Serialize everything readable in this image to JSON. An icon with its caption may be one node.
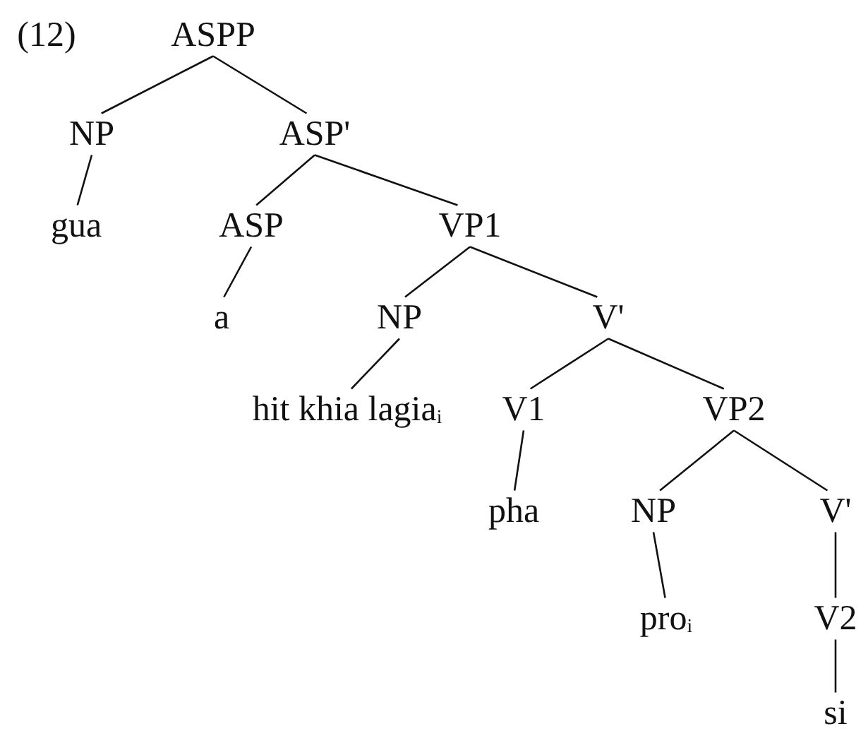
{
  "diagram": {
    "nodes": [
      {
        "text": [
          "ASPP"
        ]
      },
      {
        "text": [
          "NP"
        ]
      },
      {
        "text": [
          "ASP'"
        ]
      },
      {
        "text": [
          "gua"
        ]
      },
      {
        "text": [
          "ASP"
        ]
      },
      {
        "text": [
          "VP1"
        ]
      },
      {
        "text": [
          "a"
        ]
      },
      {
        "text": [
          "NP"
        ]
      },
      {
        "text": [
          "V'"
        ]
      },
      {
        "text": [
          "hit khia lagia$_{i}$"
        ]
      },
      {
        "text": [
          "V1"
        ]
      },
      {
        "text": [
          "VP2"
        ]
      },
      {
        "text": [
          "pha"
        ]
      },
      {
        "text": [
          "NP"
        ]
      },
      {
        "text": [
          "V'"
        ]
      },
      {
        "text": [
          "pro$_{i}$"
        ]
      },
      {
        "text": [
          "V2"
        ]
      },
      {
        "text": [
          "si"
        ]
      }
    ],
    "edges": [
      {
        "from": 0,
        "to": 1,
        "arrow": "none"
      },
      {
        "from": 0,
        "to": 2,
        "arrow": "none"
      },
      {
        "from": 1,
        "to": 3,
        "arrow": "none"
      },
      {
        "from": 2,
        "to": 4,
        "arrow": "none"
      },
      {
        "from": 2,
        "to": 5,
        "arrow": "none"
      },
      {
        "from": 4,
        "to": 6,
        "arrow": "none"
      },
      {
        "from": 5,
        "to": 7,
        "arrow": "none"
      },
      {
        "from": 5,
        "to": 8,
        "arrow": "none"
      },
      {
        "from": 7,
        "to": 9,
        "arrow": "none"
      },
      {
        "from": 8,
        "to": 10,
        "arrow": "none"
      },
      {
        "from": 8,
        "to": 11,
        "arrow": "none"
      },
      {
        "from": 10,
        "to": 12,
        "arrow": "none"
      },
      {
        "from": 11,
        "to": 13,
        "arrow": "none"
      },
      {
        "from": 11,
        "to": 14,
        "arrow": "none"
      },
      {
        "from": 13,
        "to": 15,
        "arrow": "none"
      },
      {
        "from": 14,
        "to": 16,
        "arrow": "none"
      },
      {
        "from": 16,
        "to": 17,
        "arrow": "none"
      }
    ],
    "labels": [
      "(12)"
    ]
  }
}
